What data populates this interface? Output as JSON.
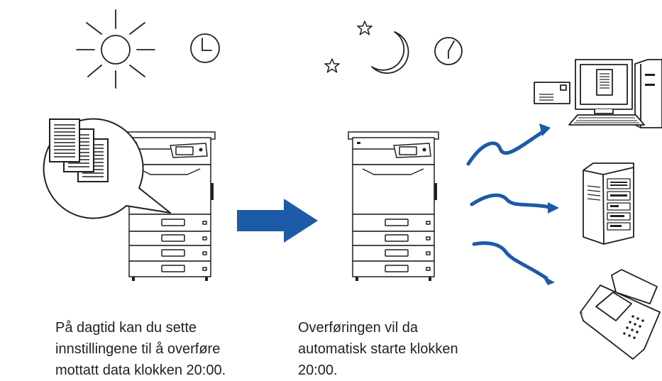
{
  "captions": {
    "day": {
      "lines": [
        "På dagtid kan du sette",
        "innstillingene til å overføre",
        "mottatt data klokken 20:00."
      ]
    },
    "night": {
      "lines": [
        "Overføringen vil da",
        "automatisk starte klokken",
        "20:00."
      ]
    }
  },
  "icons": {
    "day": [
      "sun-icon",
      "clock-icon"
    ],
    "night": [
      "star-icon",
      "moon-icon",
      "clock-icon"
    ],
    "flow": "right-arrow-icon",
    "destinations": [
      "computer-icon",
      "server-icon",
      "fax-icon"
    ]
  },
  "colors": {
    "line": "#231f20",
    "accent_blue": "#1d5aa8"
  }
}
